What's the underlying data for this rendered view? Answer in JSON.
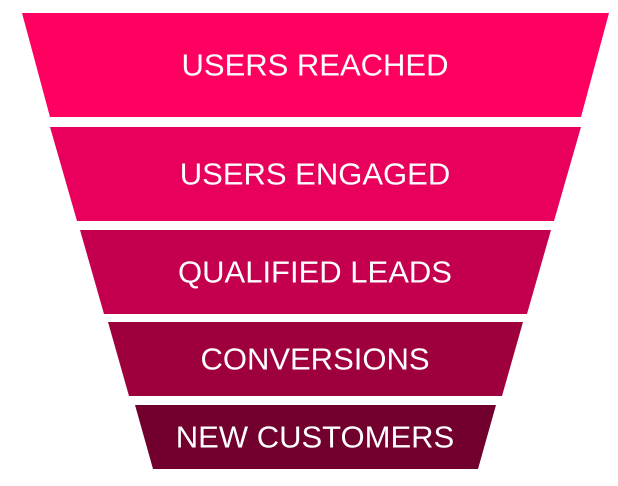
{
  "funnel": {
    "stages": [
      {
        "label": "USERS REACHED",
        "color": "#ff0060"
      },
      {
        "label": "USERS ENGAGED",
        "color": "#e8005c"
      },
      {
        "label": "QUALIFIED LEADS",
        "color": "#c4004e"
      },
      {
        "label": "CONVERSIONS",
        "color": "#9e003e"
      },
      {
        "label": "NEW CUSTOMERS",
        "color": "#72002e"
      }
    ]
  }
}
